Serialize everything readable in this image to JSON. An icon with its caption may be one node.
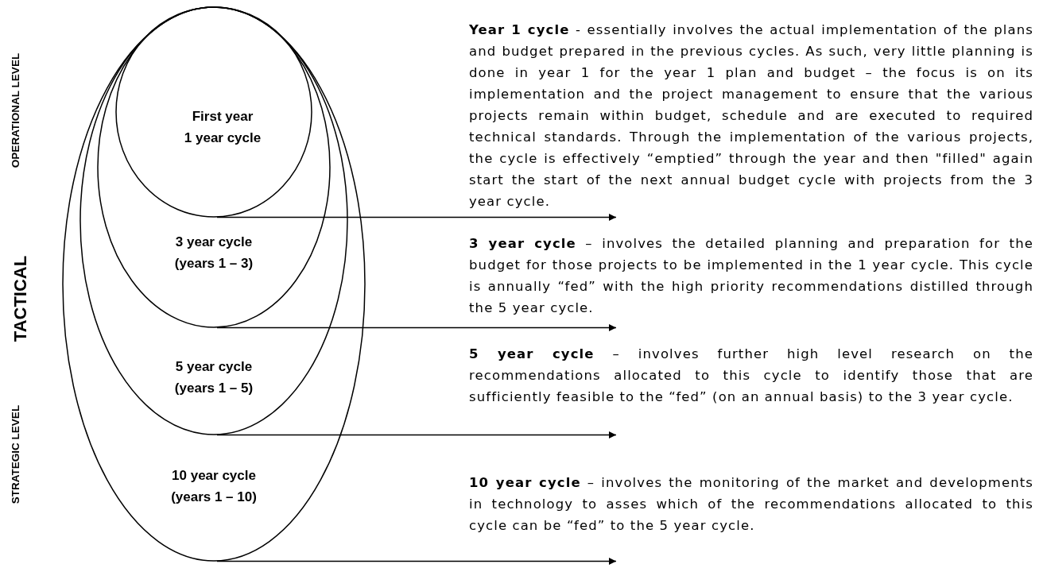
{
  "diagram": {
    "nodes": [
      {
        "text": [
          "10 year cycle",
          "(years 1 – 10)"
        ]
      },
      {
        "text": [
          "5 year cycle",
          "(years 1 – 5)"
        ],
        "in": 0
      },
      {
        "text": [
          "3 year cycle",
          "(years 1 – 3)"
        ],
        "in": 1
      },
      {
        "text": [
          "First year",
          "1 year cycle"
        ],
        "in": 2
      },
      {
        "text": [
          "**Year 1 cycle** - essentially involves the actual implementation of the plans and budget prepared in the previous cycles.  As such, very little planning is done in year 1 for the year 1 plan and budget – the focus is on its implementation and the project management to ensure that the various projects remain within budget, schedule and are executed to required technical standards.  Through the implementation of the various projects, the cycle is effectively “emptied” through the year and then \"filled\" again start the start of the next annual budget cycle with projects from the 3 year cycle."
        ]
      },
      {
        "text": [
          "**3 year cycle** – involves the detailed planning and preparation for the budget for those projects to be implemented in the 1 year cycle.  This cycle is annually “fed” with the high priority recommendations distilled through the 5 year cycle."
        ]
      },
      {
        "text": [
          "**5 year cycle** – involves further high level research on the recommendations allocated to this cycle to identify those that are sufficiently feasible to the “fed” (on an annual basis) to the 3 year cycle."
        ]
      },
      {
        "text": [
          "**10 year cycle** – involves the monitoring of the market and developments in technology to asses which of the recommendations allocated to this cycle can be “fed” to the 5 year cycle."
        ]
      }
    ],
    "edges": [
      {
        "from": 3,
        "to": 4,
        "arrow": "to"
      },
      {
        "from": 2,
        "to": 5,
        "arrow": "to"
      },
      {
        "from": 1,
        "to": 6,
        "arrow": "to"
      },
      {
        "from": 0,
        "to": 7,
        "arrow": "to"
      }
    ],
    "labels": [
      "OPERATIONAL LEVEL",
      "TACTICAL",
      "STRATEGIC LEVEL"
    ]
  }
}
